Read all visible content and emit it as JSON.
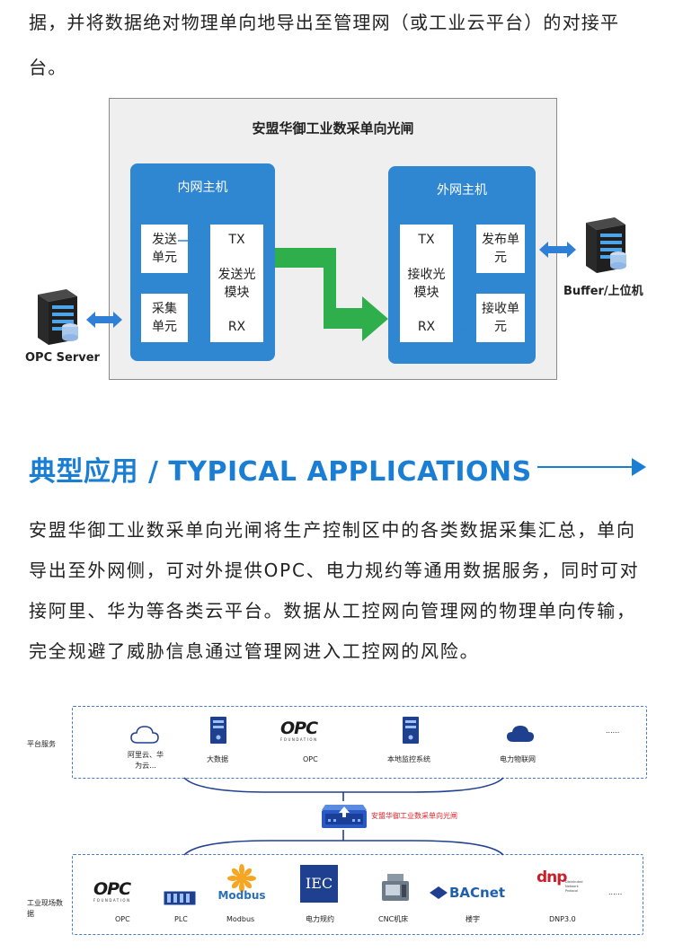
{
  "intro_text": "据，并将数据绝对物理单向地导出至管理网（或工业云平台）的对接平台。",
  "diagram": {
    "title": "安盟华御工业数采单向光闸",
    "inner_host": {
      "title": "内网主机",
      "send_unit": "发送单元",
      "collect_unit": "采集单元",
      "tx": "TX",
      "module": "发送光模块",
      "rx": "RX"
    },
    "outer_host": {
      "title": "外网主机",
      "tx": "TX",
      "module": "接收光模块",
      "rx": "RX",
      "publish_unit": "发布单元",
      "receive_unit": "接收单元"
    },
    "opc_server_label": "OPC Server",
    "buffer_label": "Buffer/上位机",
    "colors": {
      "host": "#2f86d1",
      "arrow_green": "#2fae4c",
      "link_blue": "#2f7fd6"
    }
  },
  "section": {
    "title": "典型应用 / TYPICAL APPLICATIONS",
    "paragraph": "安盟华御工业数采单向光闸将生产控制区中的各类数据采集汇总，单向导出至外网侧，可对外提供OPC、电力规约等通用数据服务，同时可对接阿里、华为等各类云平台。数据从工控网向管理网的物理单向传输，完全规避了威胁信息通过管理网进入工控网的风险。"
  },
  "app_diagram": {
    "top_tier_label": "平台服务",
    "bottom_tier_label": "工业现场数据",
    "gateway_label": "安盟华御工业数采单向光闸",
    "top_items": [
      {
        "label": "阿里云、华为云...",
        "icon": "cloud-icon"
      },
      {
        "label": "大数据",
        "icon": "server-icon"
      },
      {
        "label": "OPC",
        "icon": "opc-logo"
      },
      {
        "label": "本地监控系统",
        "icon": "server-icon"
      },
      {
        "label": "电力物联网",
        "icon": "cloud-icon"
      },
      {
        "label": "......",
        "icon": "ellipsis"
      }
    ],
    "bottom_items": [
      {
        "label": "OPC",
        "icon": "opc-logo"
      },
      {
        "label": "PLC",
        "icon": "plc-icon"
      },
      {
        "label": "Modbus",
        "icon": "modbus-logo"
      },
      {
        "label": "电力规约",
        "icon": "iec-logo"
      },
      {
        "label": "CNC机床",
        "icon": "cnc-icon"
      },
      {
        "label": "楼宇",
        "icon": "bacnet-logo"
      },
      {
        "label": "DNP3.0",
        "icon": "dnp-logo"
      },
      {
        "label": "......",
        "icon": "ellipsis"
      }
    ],
    "logo_text": {
      "opc": "OPC",
      "opc_sub": "FOUNDATION",
      "modbus": "Modbus",
      "iec": "IEC",
      "bacnet": "BACnet",
      "dnp": "dnp",
      "dnp_sub": "Distributed Network Protocol"
    }
  }
}
